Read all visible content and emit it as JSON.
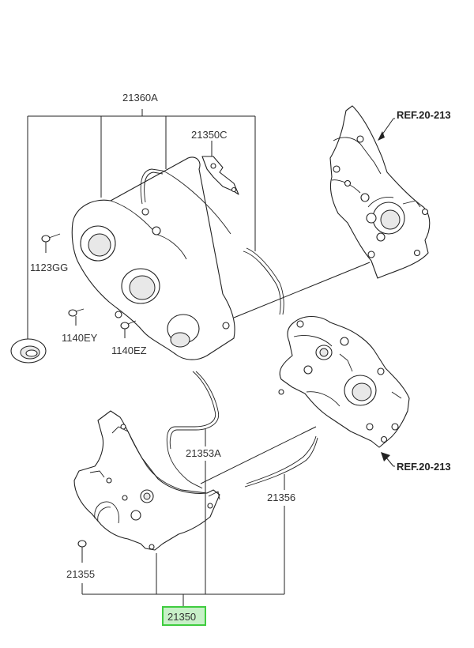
{
  "diagram": {
    "parts": {
      "cover_assembly": "21360A",
      "gasket_upper": "21350C",
      "bolt_a": "1123GG",
      "bolt_b": "1140EY",
      "bolt_c": "1140EZ",
      "gasket_lower": "21353A",
      "seal_strip": "21356",
      "plug": "21355",
      "lower_cover": "21350"
    },
    "references": {
      "upper": "REF.20-213",
      "lower": "REF.20-213"
    },
    "highlight_color": "#3fcc3f"
  }
}
